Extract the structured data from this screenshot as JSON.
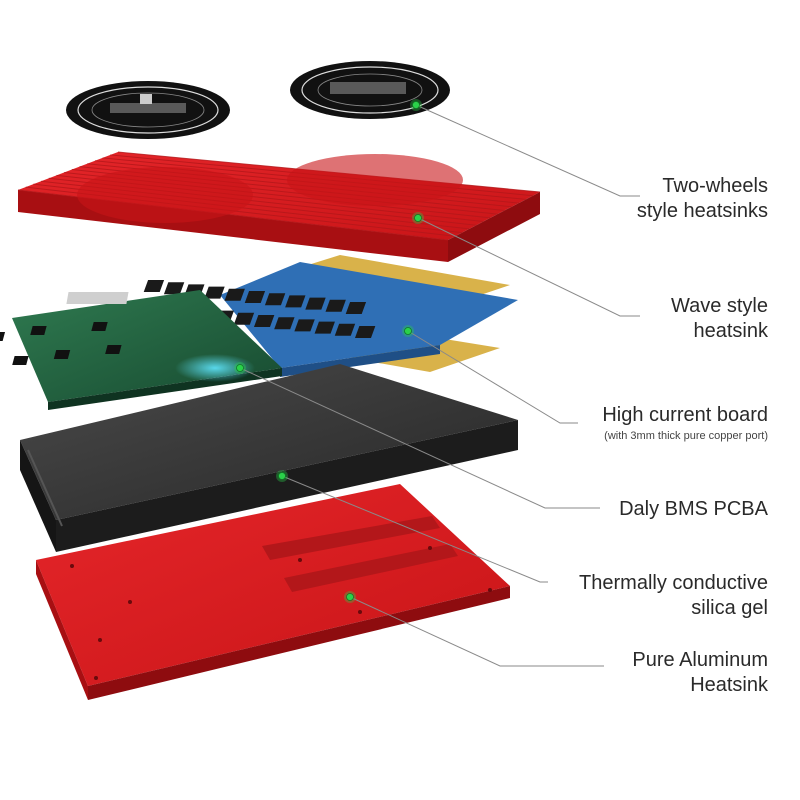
{
  "callouts": [
    {
      "lines": [
        "Two-wheels",
        "style heatsinks"
      ],
      "sub": ""
    },
    {
      "lines": [
        "Wave style",
        "heatsink"
      ],
      "sub": ""
    },
    {
      "lines": [
        "High current board"
      ],
      "sub": "(with 3mm thick pure copper port)"
    },
    {
      "lines": [
        "Daly BMS PCBA"
      ],
      "sub": ""
    },
    {
      "lines": [
        "Thermally conductive",
        "silica gel"
      ],
      "sub": ""
    },
    {
      "lines": [
        "Pure Aluminum",
        "Heatsink"
      ],
      "sub": ""
    }
  ],
  "colors": {
    "heatsink_red": "#d8191c",
    "heatsink_red_dark": "#a80f12",
    "gel_black": "#2b2b2b",
    "pcb_green": "#1e5a3a",
    "pcb_blue": "#2f6fb5",
    "copper_gold": "#d9b24a",
    "pointer_dot": "#2bd14a",
    "leader_line": "#8a8a8a",
    "label_text": "#2a2a2a"
  }
}
